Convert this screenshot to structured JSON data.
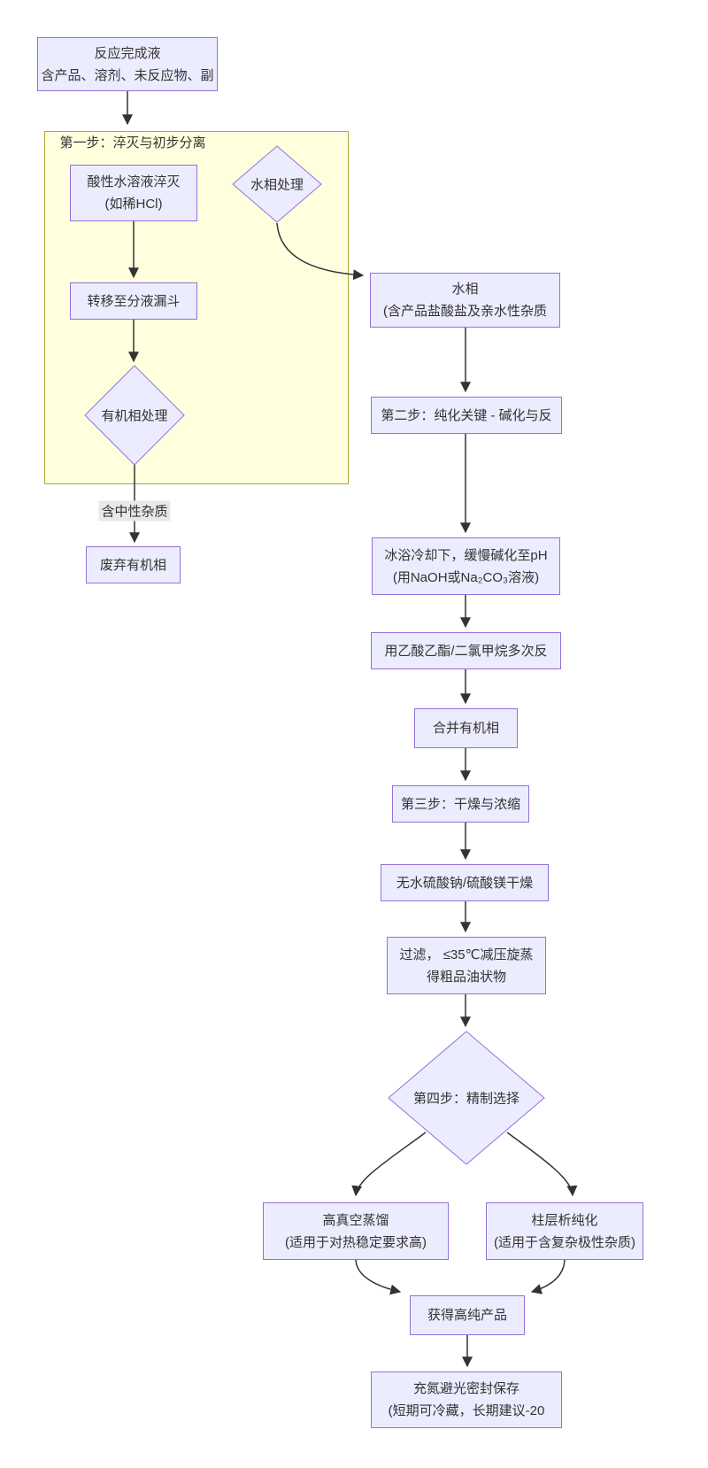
{
  "cluster": {
    "title": "第一步：淬灭与初步分离"
  },
  "nodes": {
    "start": {
      "line1": "反应完成液",
      "line2": "含产品、溶剂、未反应物、副"
    },
    "quench": {
      "line1": "酸性水溶液淬灭",
      "line2": "(如稀HCl)"
    },
    "aq_decision": {
      "label": "水相处理"
    },
    "funnel": {
      "label": "转移至分液漏斗"
    },
    "org_decision": {
      "label": "有机相处理"
    },
    "discard": {
      "label": "废弃有机相"
    },
    "aqueous": {
      "line1": "水相",
      "line2": "(含产品盐酸盐及亲水性杂质"
    },
    "step2": {
      "label": "第二步：纯化关键 - 碱化与反"
    },
    "basify": {
      "line1": "冰浴冷却下，缓慢碱化至pH",
      "line2": "(用NaOH或Na₂CO₃溶液)"
    },
    "extract": {
      "label": "用乙酸乙酯/二氯甲烷多次反"
    },
    "combine": {
      "label": "合并有机相"
    },
    "step3": {
      "label": "第三步：干燥与浓缩"
    },
    "dry": {
      "label": "无水硫酸钠/硫酸镁干燥"
    },
    "filter": {
      "line1": "过滤， ≤35℃减压旋蒸",
      "line2": "得粗品油状物"
    },
    "step4_decision": {
      "label": "第四步：精制选择"
    },
    "distill": {
      "line1": "高真空蒸馏",
      "line2": "(适用于对热稳定要求高)"
    },
    "column": {
      "line1": "柱层析纯化",
      "line2": "(适用于含复杂极性杂质)"
    },
    "product": {
      "label": "获得高纯产品"
    },
    "store": {
      "line1": "充氮避光密封保存",
      "line2": "(短期可冷藏，长期建议-20"
    }
  },
  "edge_labels": {
    "organic_to_discard": "含中性杂质"
  },
  "colors": {
    "node_fill": "#ECECFF",
    "node_border": "#9370DB",
    "cluster_fill": "#FFFFDE",
    "cluster_border": "#AAAA33",
    "edge": "#333333",
    "edge_label_bg": "#E8E8E8",
    "text": "#333333"
  }
}
